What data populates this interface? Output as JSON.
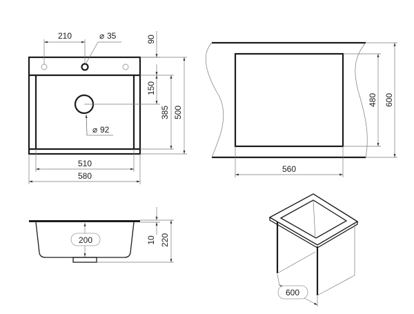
{
  "top_view": {
    "dims": {
      "tap_offset": "210",
      "tap_hole": "35",
      "deck": "90",
      "drain_offset": "150",
      "bowl_length": "385",
      "length": "500",
      "bowl_width": "510",
      "width": "580",
      "drain_hole": "92"
    },
    "diameter_symbol": "⌀"
  },
  "cutout_view": {
    "dims": {
      "width": "560",
      "cut_depth": "480",
      "counter_depth": "600"
    }
  },
  "side_view": {
    "dims": {
      "bowl_depth": "200",
      "deck_thickness": "10",
      "height": "220"
    }
  },
  "iso_view": {
    "dims": {
      "cabinet_width": "600"
    }
  }
}
